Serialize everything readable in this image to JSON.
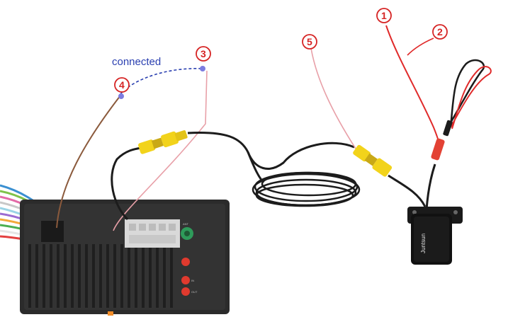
{
  "callouts": [
    {
      "id": "1",
      "label": "1"
    },
    {
      "id": "2",
      "label": "2"
    },
    {
      "id": "3",
      "label": "3"
    },
    {
      "id": "4",
      "label": "4"
    },
    {
      "id": "5",
      "label": "5"
    }
  ],
  "connection_label": "connected",
  "camera": {
    "brand": "Juntsun"
  },
  "head_unit": {
    "port_labels": [
      "ANT",
      "IN",
      "OUT"
    ]
  },
  "colors": {
    "callout_red": "#d62424",
    "connected_blue": "#2a3fb0",
    "rca_yellow": "#f2d31b",
    "wire_red": "#e02a2a",
    "cable_black": "#1c1c1c",
    "unit_body": "#2b2b2b"
  }
}
